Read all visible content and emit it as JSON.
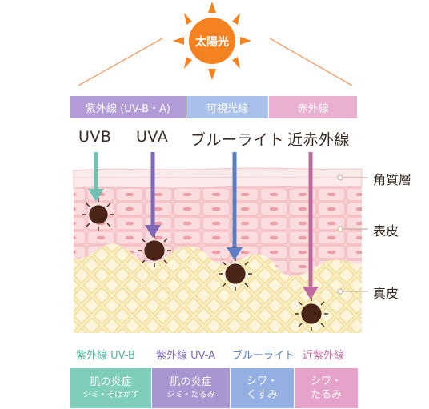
{
  "sun": {
    "label": "太陽光",
    "color": "#f58220"
  },
  "bands": [
    {
      "label": "紫外線 (UV-B・A)",
      "color": "#b29bd6"
    },
    {
      "label": "可視光線",
      "color": "#a9c0ea"
    },
    {
      "label": "赤外線",
      "color": "#eab0d2"
    }
  ],
  "rays": [
    {
      "label": "UVB",
      "color": "#6fc3b2"
    },
    {
      "label": "UVA",
      "color": "#7e68b8"
    },
    {
      "label": "ブルーライト",
      "color": "#5a7fc4"
    },
    {
      "label": "近赤外線",
      "color": "#c06aa0"
    }
  ],
  "layers": [
    {
      "label": "角質層"
    },
    {
      "label": "表皮"
    },
    {
      "label": "真皮"
    }
  ],
  "effects": [
    {
      "title": "紫外線 UV-B",
      "title_color": "#4bb59e",
      "color": "#7fcdbb",
      "line1": "肌の炎症",
      "line2": "シミ・そばかす"
    },
    {
      "title": "紫外線 UV-A",
      "title_color": "#7e68b8",
      "color": "#a995d0",
      "line1": "肌の炎症",
      "line2": "シミ・たるみ"
    },
    {
      "title": "ブルーライト",
      "title_color": "#5a7fc4",
      "color": "#94b0e2",
      "line1": "シワ・",
      "line2": "くすみ"
    },
    {
      "title": "近紫外線",
      "title_color": "#c06aa0",
      "color": "#e6a3c9",
      "line1": "シワ・",
      "line2": "たるみ"
    }
  ]
}
